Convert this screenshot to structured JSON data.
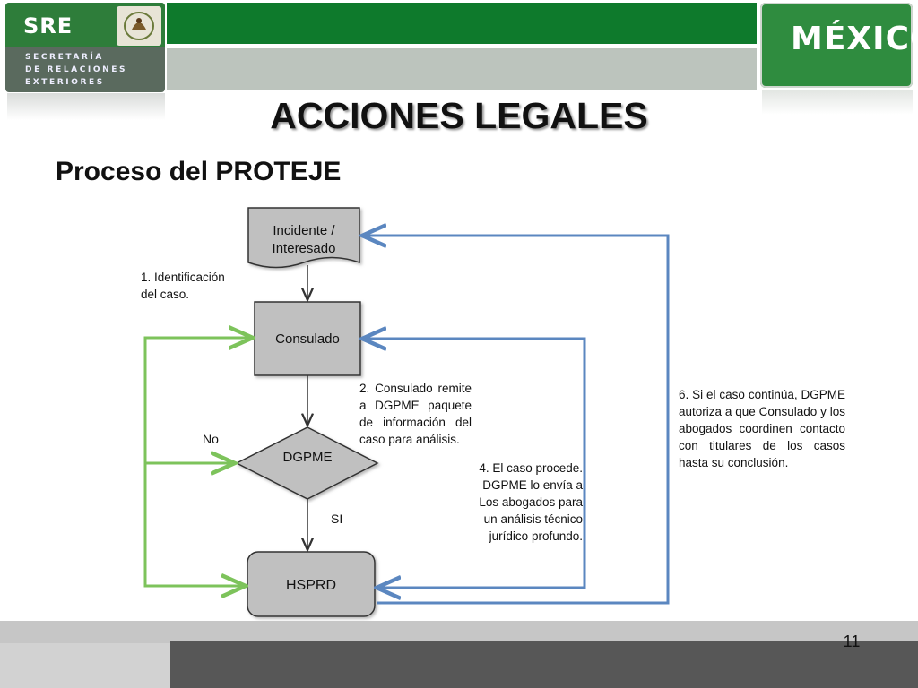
{
  "header": {
    "org_abbr": "SRE",
    "org_line1": "SECRETARÍA",
    "org_line2": "DE RELACIONES",
    "org_line3": "EXTERIORES",
    "country": "MÉXICO"
  },
  "title": "ACCIONES LEGALES",
  "subtitle": "Proceso del PROTEJE",
  "diagram": {
    "nodes": {
      "incident_line1": "Incidente /",
      "incident_line2": "Interesado",
      "consulado": "Consulado",
      "dgpme": "DGPME",
      "hsprd": "HSPRD"
    },
    "edge_labels": {
      "no": "No",
      "si": "SI"
    },
    "notes": {
      "step1": [
        "1. Identificación",
        "del caso."
      ],
      "step2": [
        "2. Consulado remite",
        "a DGPME paquete",
        "de información del",
        "caso para análisis."
      ],
      "step4": [
        "4. El caso procede.",
        "DGPME lo envía a",
        "Los abogados para",
        "un análisis técnico",
        "jurídico profundo."
      ],
      "step6": [
        "6. Si el caso continúa, DGPME",
        "autoriza a que Consulado y los",
        "abogados coordinen contacto",
        "con titulares de los casos",
        "hasta su conclusión."
      ]
    },
    "colors": {
      "box_fill": "#c0c0c0",
      "green_arrow": "#7dc35b",
      "blue_arrow": "#5b87c0",
      "black_arrow": "#333333"
    }
  },
  "page_number": "11"
}
